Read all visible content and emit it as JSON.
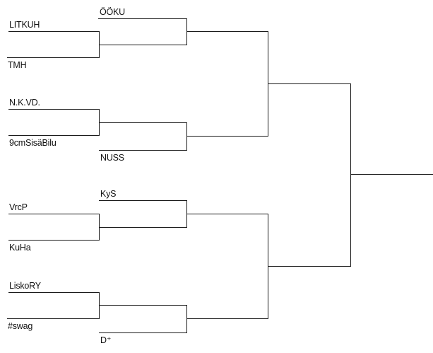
{
  "bracket": {
    "round1_matches": [
      {
        "top": "LITKUH",
        "bottom": "TMH"
      },
      {
        "top": "N.K.VD.",
        "bottom": "9cmSisäBilu"
      },
      {
        "top": "VrcP",
        "bottom": "KuHa"
      },
      {
        "top": "LiskoRY",
        "bottom": "#swag"
      }
    ],
    "round2_seeds": [
      "ÖÖKU",
      "NUSS",
      "KyS",
      "D⁺"
    ],
    "colors": {
      "line": "#1a1a1a",
      "text": "#111111",
      "background": "#ffffff"
    }
  }
}
